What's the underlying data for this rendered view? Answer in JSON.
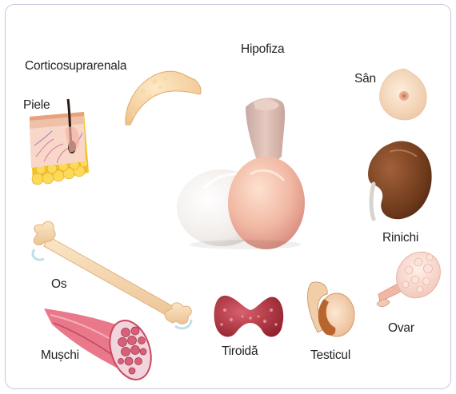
{
  "labels": {
    "hipofiza": "Hipofiza",
    "corticosuprarenala": "Corticosuprarenala",
    "san": "Sân",
    "piele": "Piele",
    "rinichi": "Rinichi",
    "os": "Os",
    "ovar": "Ovar",
    "muschi": "Mușchi",
    "tiroida": "Tiroidă",
    "testicul": "Testicul"
  },
  "colors": {
    "border": "#c9c6dd",
    "text": "#231f20",
    "skin_peach": "#f6c9a0",
    "kidney": "#6e3a1b",
    "thyroid": "#b23a4a",
    "muscle": "#d9607a",
    "bone": "#f7d6a8",
    "fat": "#f5c22e"
  },
  "icons": [
    "pituitary-gland-icon",
    "adrenal-cortex-icon",
    "breast-icon",
    "skin-layers-icon",
    "kidney-icon",
    "bone-icon",
    "ovary-icon",
    "muscle-fiber-icon",
    "thyroid-icon",
    "testicle-icon"
  ]
}
